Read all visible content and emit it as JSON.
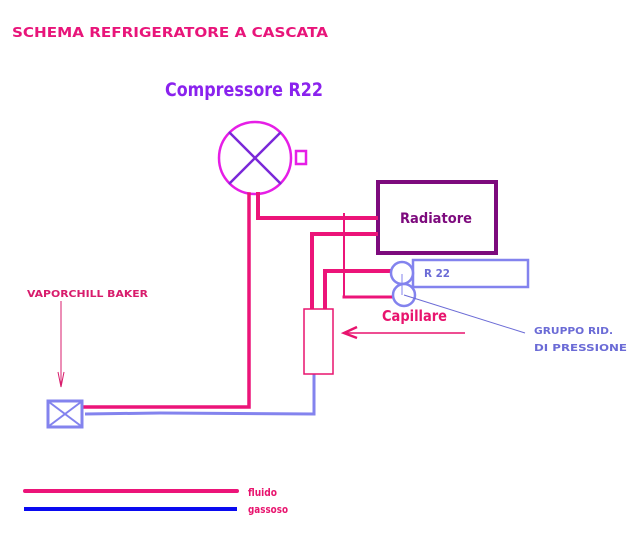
{
  "diagram": {
    "title": "SCHEMA REFRIGERATORE A CASCATA",
    "compressor": {
      "label": "Compressore R22",
      "icon": "compressor-symbol"
    },
    "radiator": {
      "label": "Radiatore"
    },
    "r22_box": {
      "label": "R 22"
    },
    "capillary": {
      "label": "Capillare"
    },
    "pressure_group": {
      "line1": "GRUPPO RID.",
      "line2": "DI PRESSIONE"
    },
    "evaporator": {
      "label": "VAPORCHILL BAKER",
      "icon": "evaporator-symbol"
    },
    "filter": {
      "icon": "filter-drier-symbol"
    }
  },
  "legend": {
    "items": [
      {
        "label": "fluido",
        "color": "#ec1479"
      },
      {
        "label": "gassoso",
        "color": "#0a0af0"
      }
    ]
  },
  "colors": {
    "liquid_line": "#ec1479",
    "gas_line_diagram": "#8383ee",
    "radiator": "#7d0a7d",
    "compressor_circle": "#e61ee6",
    "compressor_cross": "#7a28d8",
    "title": "#e8157a",
    "compressor_label": "#8a22ee",
    "pressure_group_label": "#6b6bd6"
  }
}
